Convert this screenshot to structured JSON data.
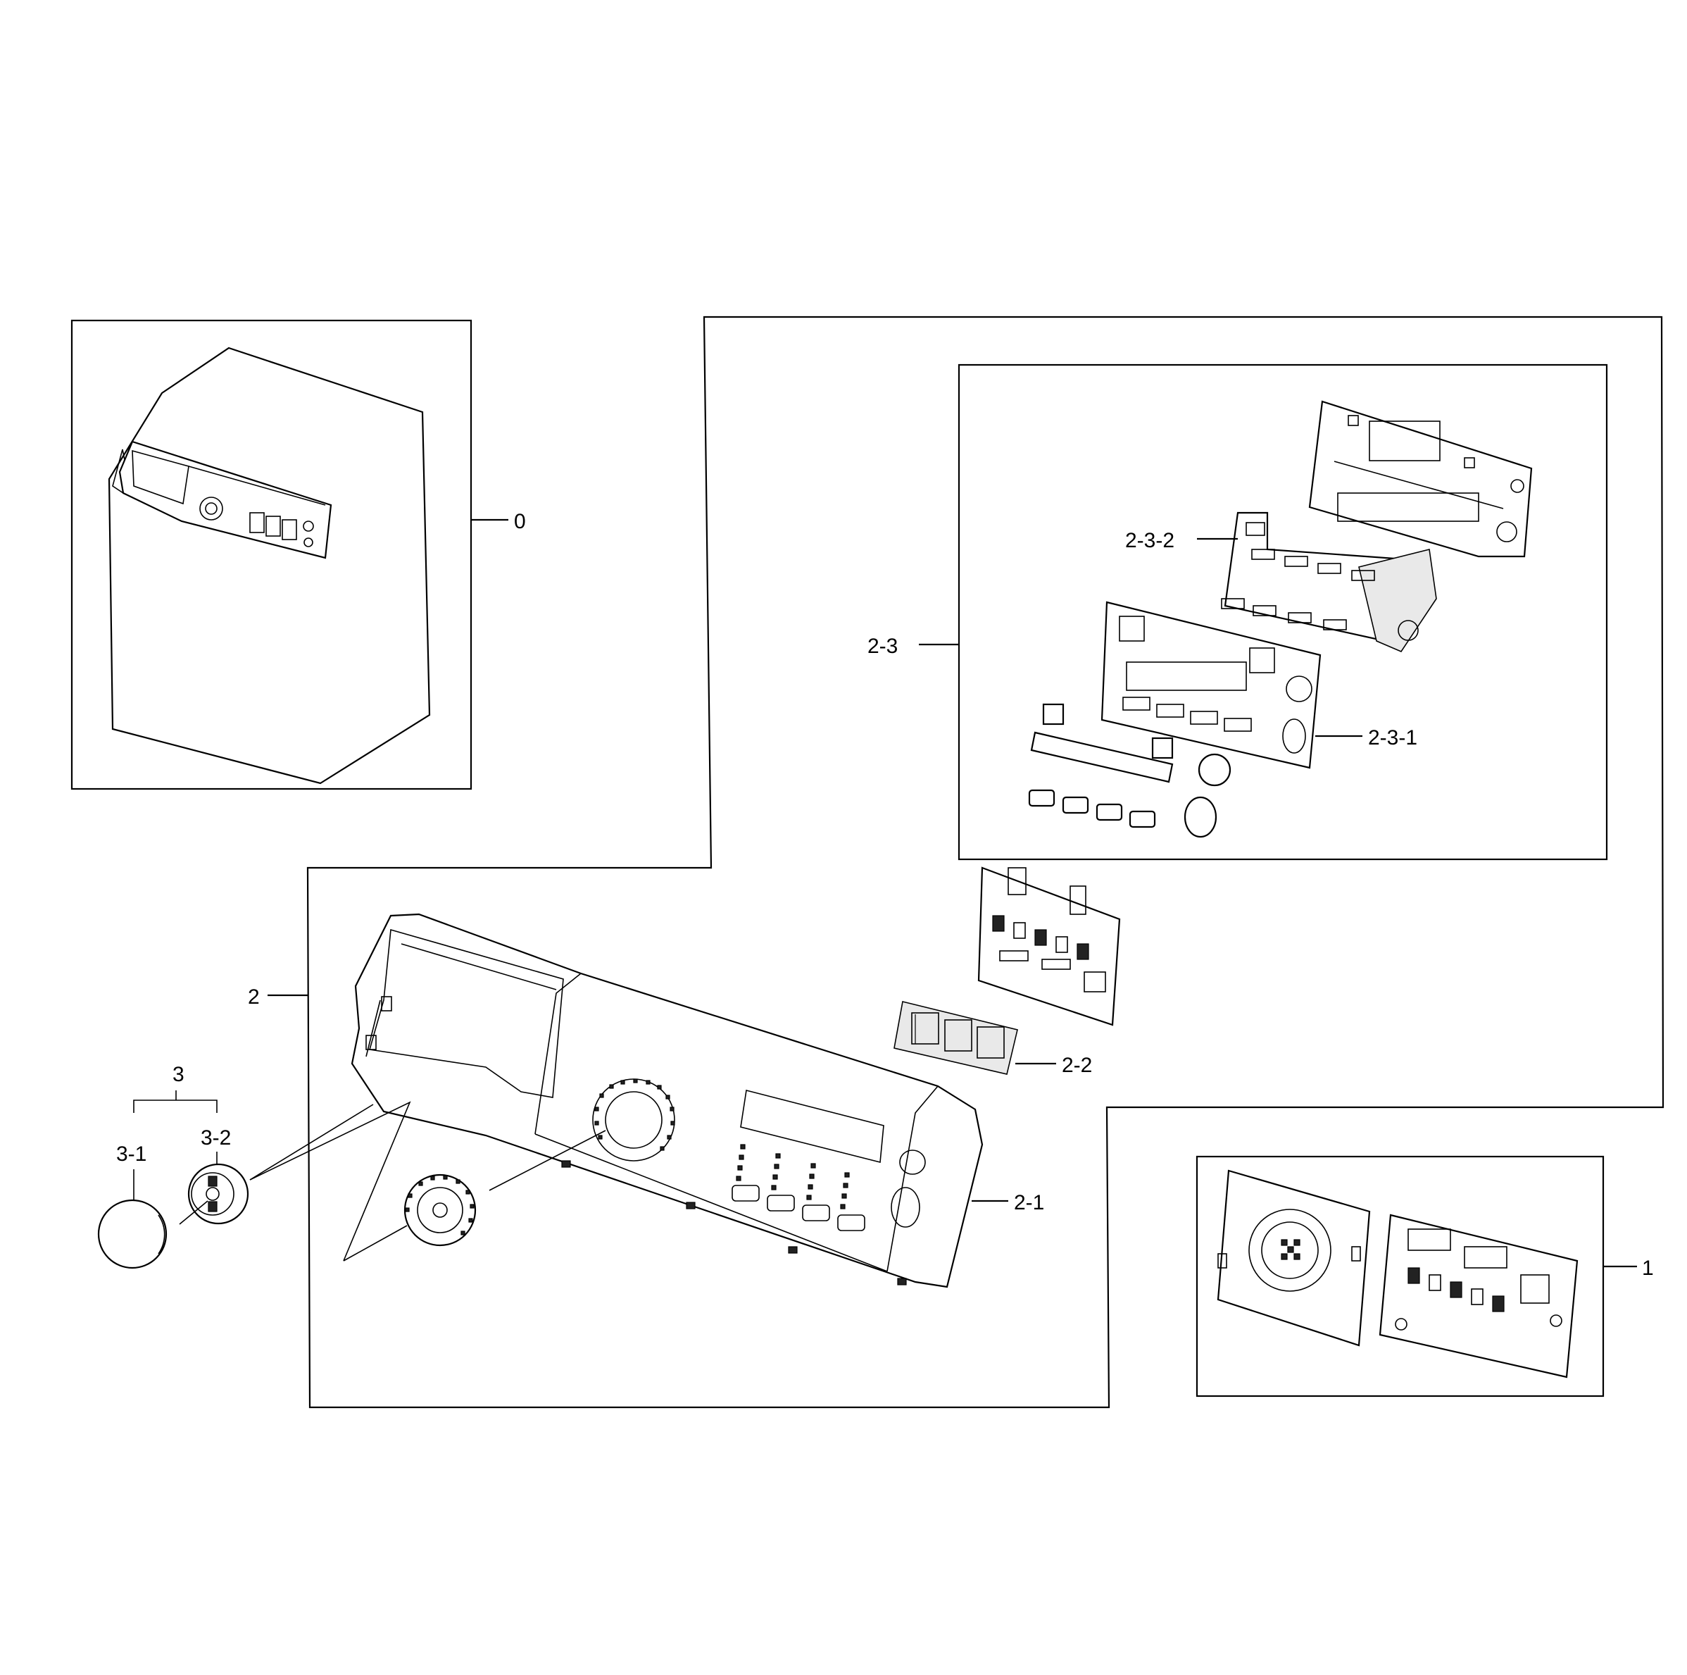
{
  "labels": {
    "l0": "0",
    "l1": "1",
    "l2": "2",
    "l2_1": "2-1",
    "l2_2": "2-2",
    "l2_3": "2-3",
    "l2_3_1": "2-3-1",
    "l2_3_2": "2-3-2",
    "l3": "3",
    "l3_1": "3-1",
    "l3_2": "3-2"
  }
}
